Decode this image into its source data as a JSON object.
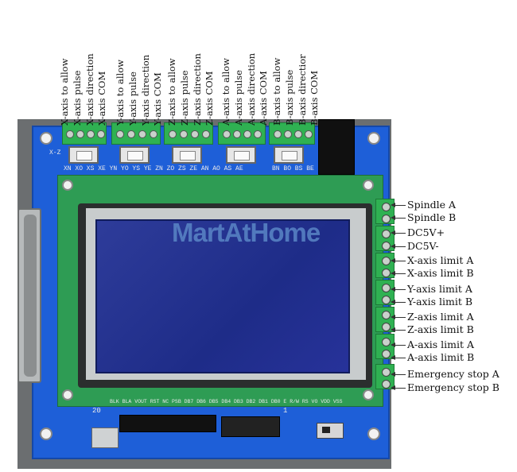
{
  "top_labels": [
    "X-axis to allow",
    "X-axis pulse",
    "X-axis direction",
    "X-axis COM",
    "Y-axis to allow",
    "Y-axis pulse",
    "Y-axis direction",
    "Y-axis COM",
    "Z-axis to allow",
    "Z-axis pulse",
    "Z-axis direction",
    "Z-axis COM",
    "A-axis to allow",
    "A-axis pulse",
    "A-axis direction",
    "A-axis COM",
    "B-axis to allow",
    "B-axis pulse",
    "B-axis directior",
    "B-axis COM"
  ],
  "right_labels": [
    "Spindle A",
    "Spindle B",
    "DC5V+",
    "DC5V-",
    "X-axis limit A",
    "X-axis limit B",
    "Y-axis limit A",
    "Y-axis limit B",
    "Z-axis limit A",
    "Z-axis limit B",
    "A-axis limit A",
    "A-axis limit B",
    "Emergency stop A",
    "Emergency stop B"
  ],
  "watermark": "MartAtHome",
  "board_silkscreen": {
    "x_marker": "X-Z",
    "axis_codes": "XN XO XS XE  YN YO YS YE  ZN ZO ZS ZE  AN AO AS AE",
    "b_codes": "BN BO BS BE",
    "bottom_pins": "BLK BLA VOUT RST NC PSB DB7 DB6 DB5 DB4 DB3 DB2 DB1 DB0 E R/W RS VO VDD VSS",
    "pin20": "20",
    "pin1": "1"
  },
  "colors": {
    "board": "#1e5fd8",
    "subboard": "#2e9c54",
    "terminal": "#2fb152",
    "lcd": "#22308e"
  }
}
